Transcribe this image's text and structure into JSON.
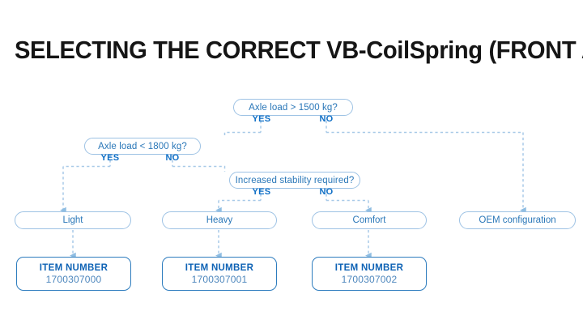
{
  "page": {
    "title": "SELECTING THE CORRECT VB-CoilSpring (FRONT AXLE)",
    "background": "#ffffff"
  },
  "colors": {
    "title_text": "#151515",
    "node_border": "#9dc2e4",
    "node_text": "#2a77b8",
    "branch_label": "#0f6fc6",
    "item_border": "#2d7cbe",
    "item_title": "#0f63b5",
    "item_value": "#4e87bd",
    "connector": "#a8cae8",
    "arrow": "#8fbde2"
  },
  "flow": {
    "decisions": [
      {
        "id": "decision-axle-load-1500",
        "label": "Axle load > 1500 kg?",
        "yes_label": "YES",
        "no_label": "NO"
      },
      {
        "id": "decision-axle-load-1800",
        "label": "Axle load < 1800 kg?",
        "yes_label": "YES",
        "no_label": "NO"
      },
      {
        "id": "decision-increased-stability",
        "label": "Increased stability required?",
        "yes_label": "YES",
        "no_label": "NO"
      }
    ],
    "results": [
      {
        "id": "result-light",
        "label": "Light"
      },
      {
        "id": "result-heavy",
        "label": "Heavy"
      },
      {
        "id": "result-comfort",
        "label": "Comfort"
      },
      {
        "id": "result-oem",
        "label": "OEM configuration"
      }
    ],
    "items": [
      {
        "id": "item-light",
        "title": "ITEM NUMBER",
        "value": "1700307000"
      },
      {
        "id": "item-heavy",
        "title": "ITEM NUMBER",
        "value": "1700307001"
      },
      {
        "id": "item-comfort",
        "title": "ITEM NUMBER",
        "value": "1700307002"
      }
    ]
  }
}
